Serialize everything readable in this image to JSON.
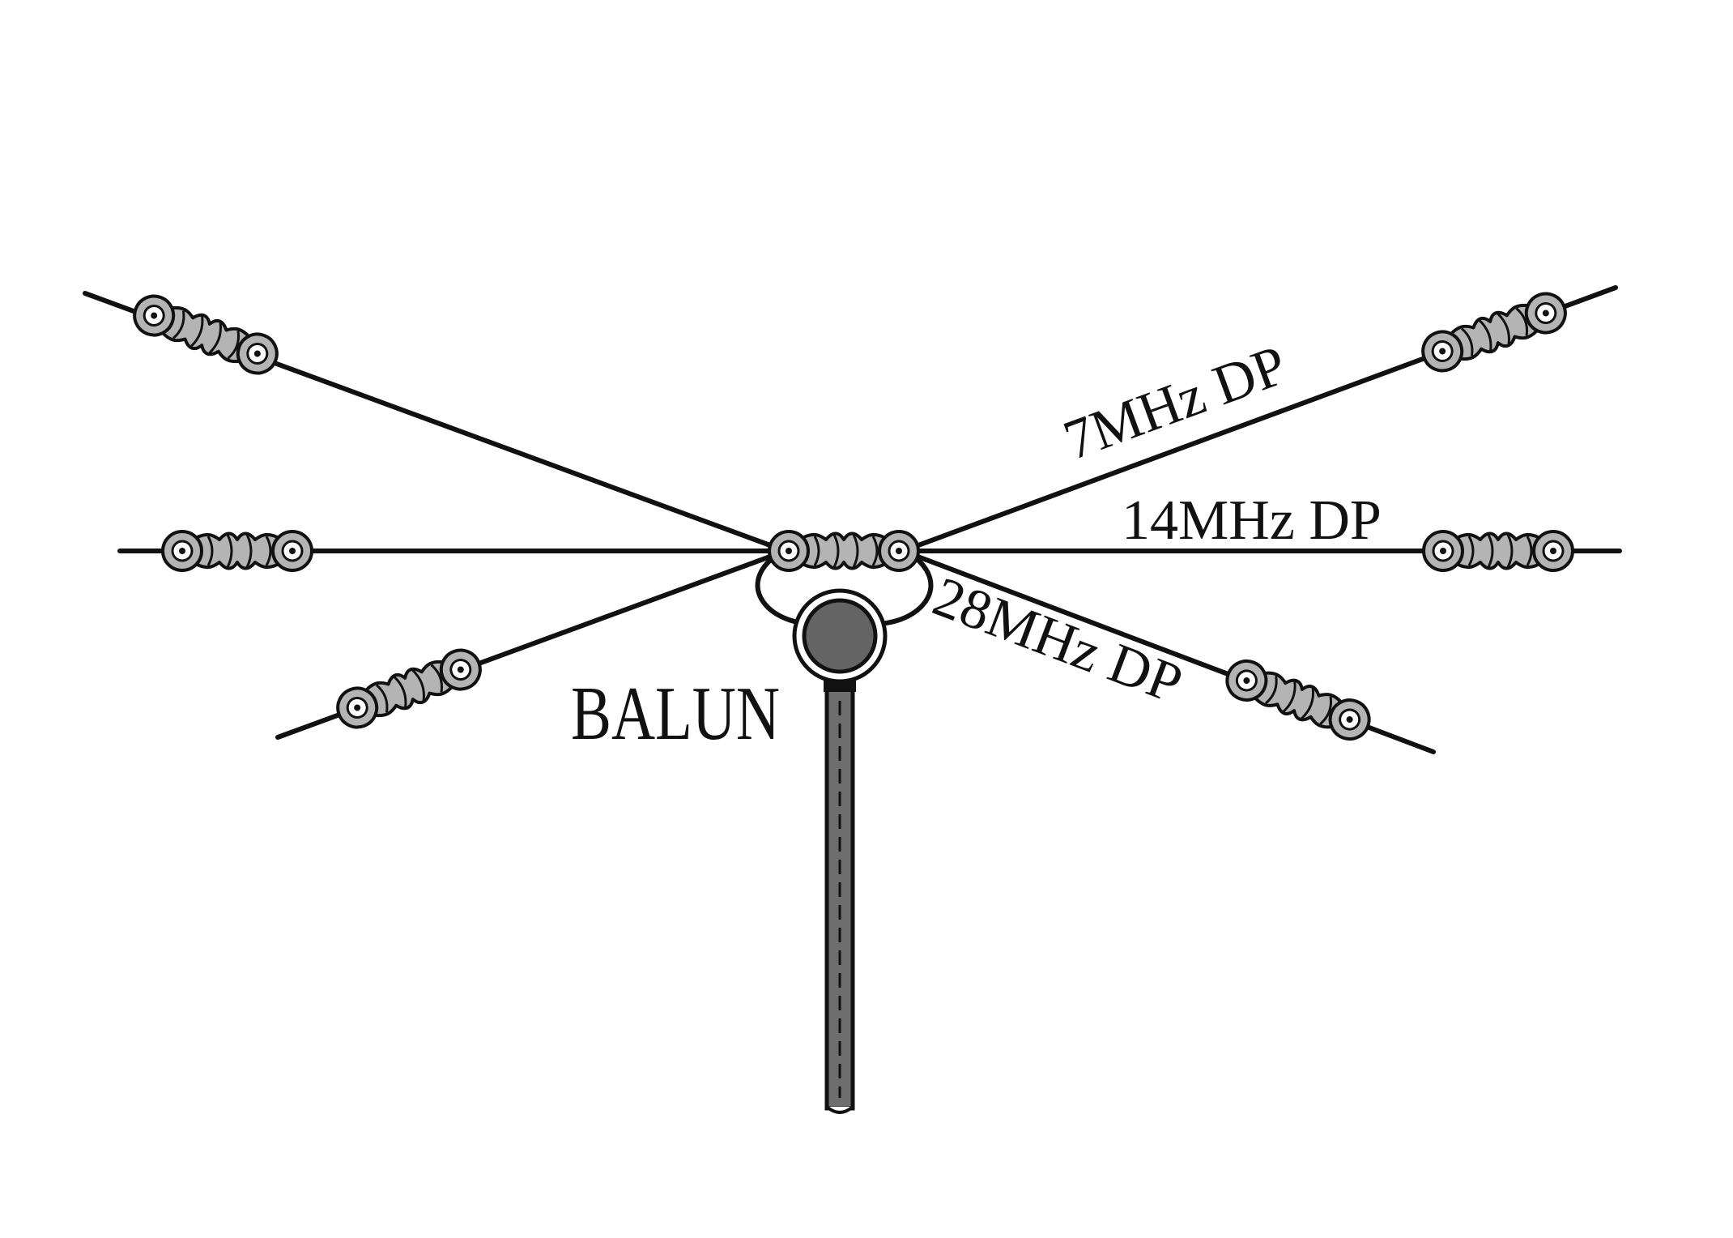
{
  "labels": {
    "dipole_7mhz": "7MHz DP",
    "dipole_14mhz": "14MHz DP",
    "dipole_28mhz": "28MHz DP",
    "balun": "BALUN"
  },
  "colors": {
    "wire": "#111111",
    "insulator": "#b4b4b4",
    "balun_core": "#646464",
    "coax": "#6e6e6e"
  },
  "icons": {
    "insulator": "insulator-icon",
    "balun": "balun-icon",
    "coax": "coax-cable-icon"
  }
}
